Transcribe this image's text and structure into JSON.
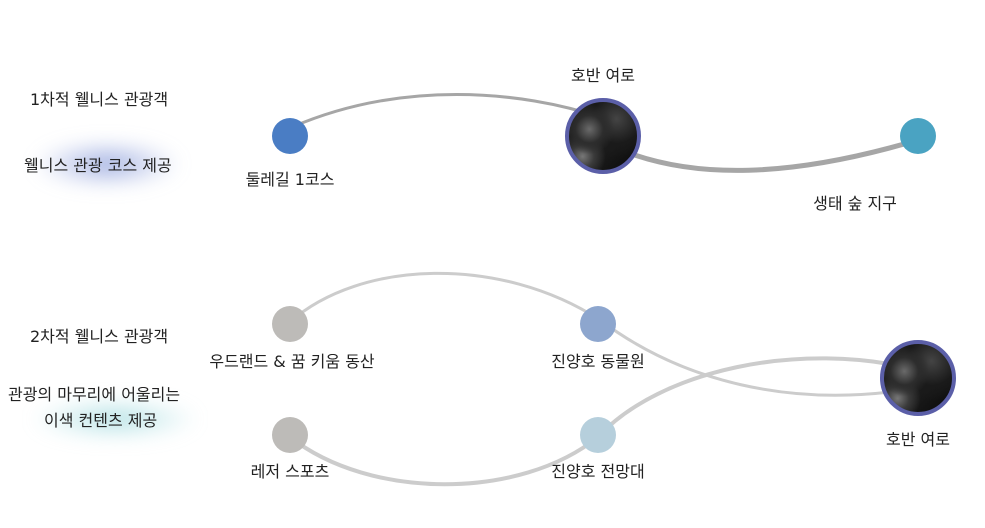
{
  "section1": {
    "title": "1차적 웰니스 관광객",
    "subtitle": "웰니스 관광 코스 제공",
    "nodes": {
      "start": "둘레길 1코스",
      "mid": "호반 여로",
      "end": "생태 숲 지구"
    },
    "colors": {
      "start": "#4a7dc4",
      "end": "#4aa3c2",
      "link": "#a6a6a6"
    }
  },
  "section2": {
    "title": "2차적 웰니스 관광객",
    "subtitle_line1": "관광의 마무리에 어울리는",
    "subtitle_line2": "이색 컨텐츠 제공",
    "nodes": {
      "a": "우드랜드 & 꿈 키움 동산",
      "b": "진양호 동물원",
      "c": "레저 스포츠",
      "d": "진양호 전망대",
      "e": "호반 여로"
    },
    "colors": {
      "a": "#bdbbb8",
      "b": "#8da6ce",
      "c": "#bdbbb8",
      "d": "#b6cfdc",
      "link": "#c8c8c8"
    }
  },
  "accent": {
    "ring": "#5b5fa8",
    "glow_blue": "#7f93d6",
    "glow_teal": "#8fd3d8"
  }
}
